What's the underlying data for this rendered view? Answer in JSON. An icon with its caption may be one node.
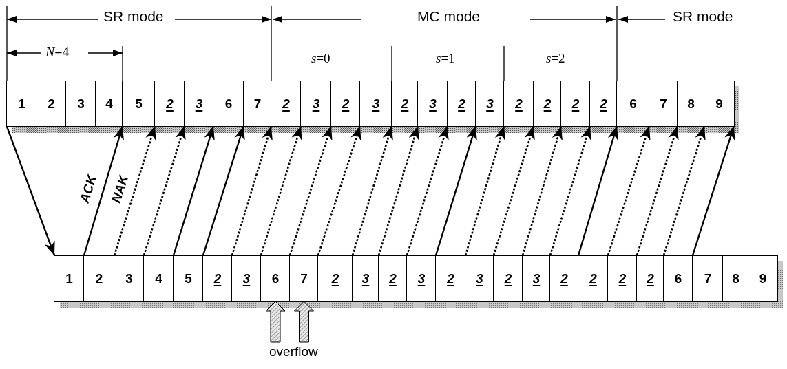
{
  "diagram": {
    "nodes": [
      {
        "text": [
          "1"
        ]
      },
      {
        "text": [
          "2"
        ]
      },
      {
        "text": [
          "3"
        ]
      },
      {
        "text": [
          "4"
        ]
      },
      {
        "text": [
          "5"
        ]
      },
      {
        "text": [
          "*2*"
        ]
      },
      {
        "text": [
          "*3*"
        ]
      },
      {
        "text": [
          "6"
        ]
      },
      {
        "text": [
          "7"
        ]
      },
      {
        "text": [
          "*2*"
        ]
      },
      {
        "text": [
          "*3*"
        ]
      },
      {
        "text": [
          "*2*"
        ]
      },
      {
        "text": [
          "*3*"
        ]
      },
      {
        "text": [
          "*2*"
        ]
      },
      {
        "text": [
          "*3*"
        ]
      },
      {
        "text": [
          "*2*"
        ]
      },
      {
        "text": [
          "*3*"
        ]
      },
      {
        "text": [
          "*2*"
        ]
      },
      {
        "text": [
          "*2*"
        ]
      },
      {
        "text": [
          "*2*"
        ]
      },
      {
        "text": [
          "*2*"
        ]
      },
      {
        "text": [
          "6"
        ]
      },
      {
        "text": [
          "7"
        ]
      },
      {
        "text": [
          "8"
        ]
      },
      {
        "text": [
          "9"
        ]
      },
      {
        "text": [
          "1"
        ]
      },
      {
        "text": [
          "2"
        ]
      },
      {
        "text": [
          "3"
        ]
      },
      {
        "text": [
          "4"
        ]
      },
      {
        "text": [
          "5"
        ]
      },
      {
        "text": [
          "*2*"
        ]
      },
      {
        "text": [
          "*3*"
        ]
      },
      {
        "text": [
          "6"
        ]
      },
      {
        "text": [
          "7"
        ]
      },
      {
        "text": [
          "*2*"
        ]
      },
      {
        "text": [
          "*3*"
        ]
      },
      {
        "text": [
          "*2*"
        ]
      },
      {
        "text": [
          "*3*"
        ]
      },
      {
        "text": [
          "*2*"
        ]
      },
      {
        "text": [
          "*3*"
        ]
      },
      {
        "text": [
          "*2*"
        ]
      },
      {
        "text": [
          "*3*"
        ]
      },
      {
        "text": [
          "*2*"
        ]
      },
      {
        "text": [
          "*2*"
        ]
      },
      {
        "text": [
          "*2*"
        ]
      },
      {
        "text": [
          "*2*"
        ]
      },
      {
        "text": [
          "6"
        ]
      },
      {
        "text": [
          "7"
        ]
      },
      {
        "text": [
          "8"
        ]
      },
      {
        "text": [
          "9"
        ]
      },
      {
        "text": [
          "overflow"
        ]
      }
    ],
    "edges": [
      {
        "from": 0,
        "to": 25,
        "arrow": "to"
      },
      {
        "from": 25,
        "to": 3,
        "arrow": "to",
        "label": "ACK"
      },
      {
        "from": 26,
        "to": 4,
        "arrow": "to",
        "style": "dashed",
        "label": "NAK"
      },
      {
        "from": 27,
        "to": 5,
        "arrow": "to",
        "style": "dashed"
      },
      {
        "from": 28,
        "to": 6,
        "arrow": "to"
      },
      {
        "from": 29,
        "to": 7,
        "arrow": "to"
      },
      {
        "from": 30,
        "to": 8,
        "arrow": "to",
        "style": "dashed"
      },
      {
        "from": 31,
        "to": 9,
        "arrow": "to",
        "style": "dashed"
      },
      {
        "from": 32,
        "to": 10,
        "arrow": "to",
        "style": "dashed"
      },
      {
        "from": 33,
        "to": 11,
        "arrow": "to",
        "style": "dashed"
      },
      {
        "from": 34,
        "to": 12,
        "arrow": "to",
        "style": "dashed"
      },
      {
        "from": 35,
        "to": 13,
        "arrow": "to",
        "style": "dashed"
      },
      {
        "from": 36,
        "to": 14,
        "arrow": "to",
        "style": "dashed"
      },
      {
        "from": 37,
        "to": 15,
        "arrow": "to"
      },
      {
        "from": 38,
        "to": 16,
        "arrow": "to",
        "style": "dashed"
      },
      {
        "from": 39,
        "to": 17,
        "arrow": "to",
        "style": "dashed"
      },
      {
        "from": 40,
        "to": 18,
        "arrow": "to",
        "style": "dashed"
      },
      {
        "from": 41,
        "to": 19,
        "arrow": "to",
        "style": "dashed"
      },
      {
        "from": 42,
        "to": 20,
        "arrow": "to"
      },
      {
        "from": 43,
        "to": 21,
        "arrow": "to",
        "style": "dashed"
      },
      {
        "from": 44,
        "to": 22,
        "arrow": "to",
        "style": "dashed"
      },
      {
        "from": 45,
        "to": 23,
        "arrow": "to",
        "style": "dashed"
      },
      {
        "from": 46,
        "to": 24,
        "arrow": "to"
      },
      {
        "from": 50,
        "to": 32,
        "arrow": "to",
        "style": "thick"
      },
      {
        "from": 50,
        "to": 33,
        "arrow": "to",
        "style": "thick"
      }
    ],
    "labels": [
      "SR mode",
      "MC mode",
      "SR mode",
      "*N*=4",
      "*s*=0",
      "*s*=1",
      "*s*=2"
    ]
  }
}
